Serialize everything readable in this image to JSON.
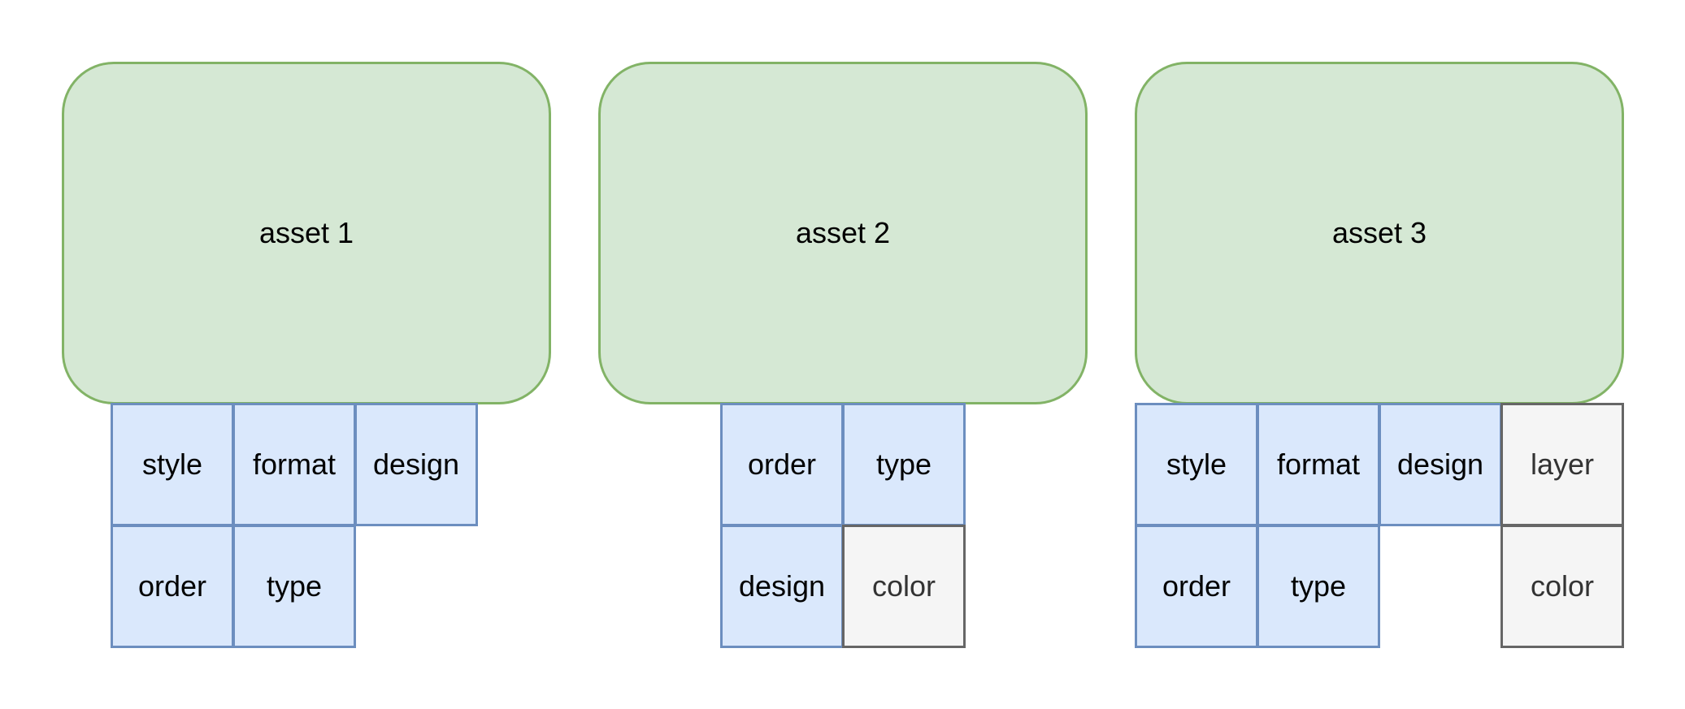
{
  "colors": {
    "asset_fill": "#d5e8d4",
    "asset_border": "#82b366",
    "tag_fill": "#dae8fc",
    "tag_border": "#6c8ebf",
    "optional_fill": "#f5f5f5",
    "optional_border": "#666666"
  },
  "assets": [
    {
      "label": "asset 1",
      "tags": [
        {
          "label": "style",
          "variant": "blue"
        },
        {
          "label": "format",
          "variant": "blue"
        },
        {
          "label": "design",
          "variant": "blue"
        },
        {
          "label": "order",
          "variant": "blue"
        },
        {
          "label": "type",
          "variant": "blue"
        }
      ]
    },
    {
      "label": "asset 2",
      "tags": [
        {
          "label": "order",
          "variant": "blue"
        },
        {
          "label": "type",
          "variant": "blue"
        },
        {
          "label": "design",
          "variant": "blue"
        },
        {
          "label": "color",
          "variant": "gray"
        }
      ]
    },
    {
      "label": "asset 3",
      "tags": [
        {
          "label": "style",
          "variant": "blue"
        },
        {
          "label": "format",
          "variant": "blue"
        },
        {
          "label": "design",
          "variant": "blue"
        },
        {
          "label": "layer",
          "variant": "gray"
        },
        {
          "label": "order",
          "variant": "blue"
        },
        {
          "label": "type",
          "variant": "blue"
        },
        {
          "label": "color",
          "variant": "gray"
        }
      ]
    }
  ]
}
